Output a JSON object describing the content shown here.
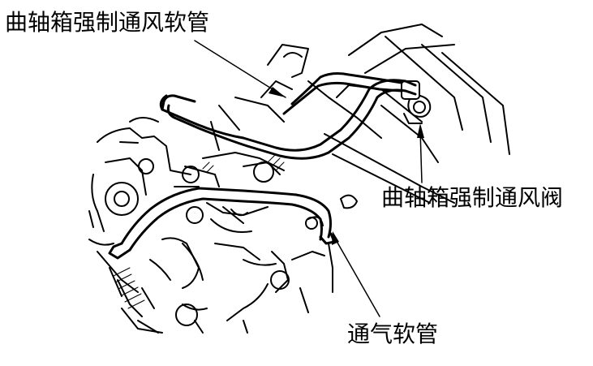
{
  "labels": {
    "crankcase_ventilation_hose": "曲轴箱强制通风软管",
    "crankcase_ventilation_valve": "曲轴箱强制通风阀",
    "vent_hose": "通气软管"
  },
  "colors": {
    "ink": "#000000",
    "background": "#ffffff"
  }
}
